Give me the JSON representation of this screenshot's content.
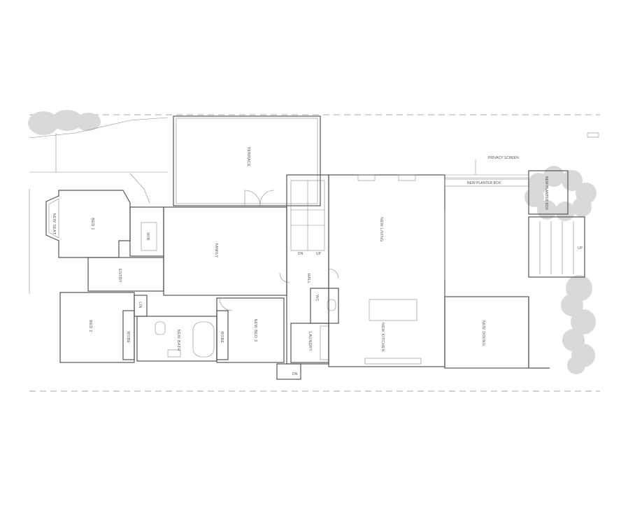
{
  "rooms": {
    "terrace": "TERRACE",
    "bed1": "BED 1",
    "new_seat": "NEW SEAT",
    "wir": "WIR",
    "entry": "ENTRY",
    "family": "FAMILY",
    "hall": "HALL",
    "new_living": "NEW LIVING",
    "new_kitchen": "NEW KITCHEN",
    "new_dining": "NEW DINING",
    "bed2": "BED 2",
    "robe_left": "ROBE",
    "lin": "LIN",
    "new_bath": "NEW BATH",
    "robe_right": "ROBE",
    "new_bed3": "NEW BED 3",
    "laundry": "LAUNDRY",
    "wc": "WC"
  },
  "notes": {
    "privacy_screen": "PRIVACY SCREEN",
    "new_planter_box": "NEW PLANTER BOX",
    "new_planter_box_tree": "NEW PLANTER BOX",
    "dn_stair": "DN",
    "up_stair": "UP",
    "dn_entry": "DN",
    "up_deck": "UP"
  },
  "colors": {
    "walls": "#555555",
    "trees": "#d9d9d9",
    "boundary": "#aaaaaa"
  }
}
